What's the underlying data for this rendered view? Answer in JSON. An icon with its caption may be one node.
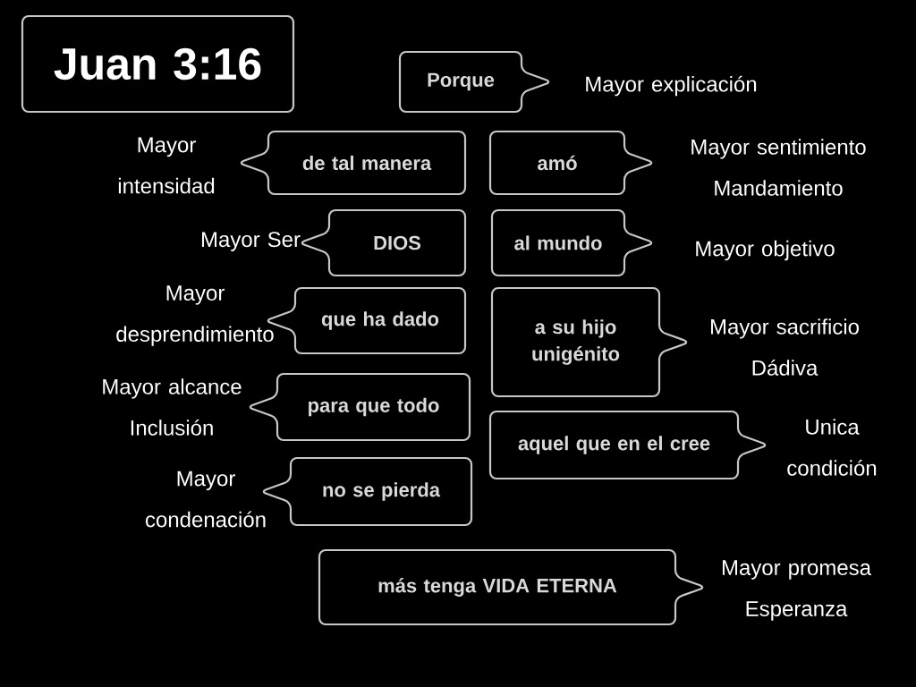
{
  "diagram": {
    "nodes": [
      {
        "text": [
          "Juan 3:16"
        ]
      },
      {
        "text": [
          "Porque"
        ],
        "beside": [
          "Mayor explicación"
        ]
      },
      {
        "text": [
          "de tal manera"
        ],
        "beside": [
          "Mayor intensidad"
        ]
      },
      {
        "text": [
          "amó"
        ],
        "beside": [
          "Mayor sentimiento Mandamiento"
        ]
      },
      {
        "text": [
          "DIOS"
        ],
        "beside": [
          "Mayor Ser"
        ]
      },
      {
        "text": [
          "al mundo"
        ],
        "beside": [
          "Mayor objetivo"
        ]
      },
      {
        "text": [
          "que ha dado"
        ],
        "beside": [
          "Mayor desprendimiento"
        ]
      },
      {
        "text": [
          "a su hijo unigénito"
        ],
        "beside": [
          "Mayor sacrificio Dádiva"
        ]
      },
      {
        "text": [
          "para que todo"
        ],
        "beside": [
          "Mayor alcance Inclusión"
        ]
      },
      {
        "text": [
          "aquel que en el cree"
        ],
        "beside": [
          "Unica condición"
        ]
      },
      {
        "text": [
          "no se pierda"
        ],
        "beside": [
          "Mayor condenación"
        ]
      },
      {
        "text": [
          "más tenga VIDA ETERNA"
        ],
        "beside": [
          "Mayor promesa Esperanza"
        ]
      }
    ]
  }
}
